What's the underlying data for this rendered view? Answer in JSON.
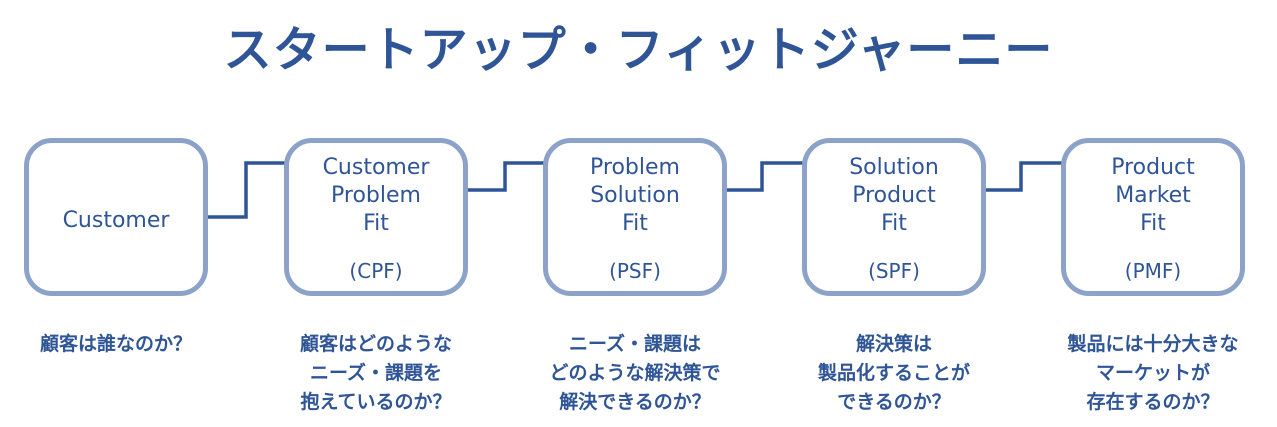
{
  "title": "スタートアップ・フィットジャーニー",
  "stages": [
    {
      "lines": [
        "Customer"
      ],
      "abbr": "",
      "question": [
        "顧客は誰なのか？"
      ]
    },
    {
      "lines": [
        "Customer",
        "Problem",
        "Fit"
      ],
      "abbr": "(CPF)",
      "question": [
        "顧客はどのような",
        "ニーズ・課題を",
        "抱えているのか？"
      ]
    },
    {
      "lines": [
        "Problem",
        "Solution",
        "Fit"
      ],
      "abbr": "(PSF)",
      "question": [
        "ニーズ・課題は",
        "どのような解決策で",
        "解決できるのか？"
      ]
    },
    {
      "lines": [
        "Solution",
        "Product",
        "Fit"
      ],
      "abbr": "(SPF)",
      "question": [
        "解決策は",
        "製品化することが",
        "できるのか？"
      ]
    },
    {
      "lines": [
        "Product",
        "Market",
        "Fit"
      ],
      "abbr": "(PMF)",
      "question": [
        "製品には十分大きな",
        "マーケットが",
        "存在するのか？"
      ]
    }
  ],
  "colors": {
    "text": "#2f5597",
    "box_border": "#8da2c8",
    "arrow": "#2f5597"
  }
}
